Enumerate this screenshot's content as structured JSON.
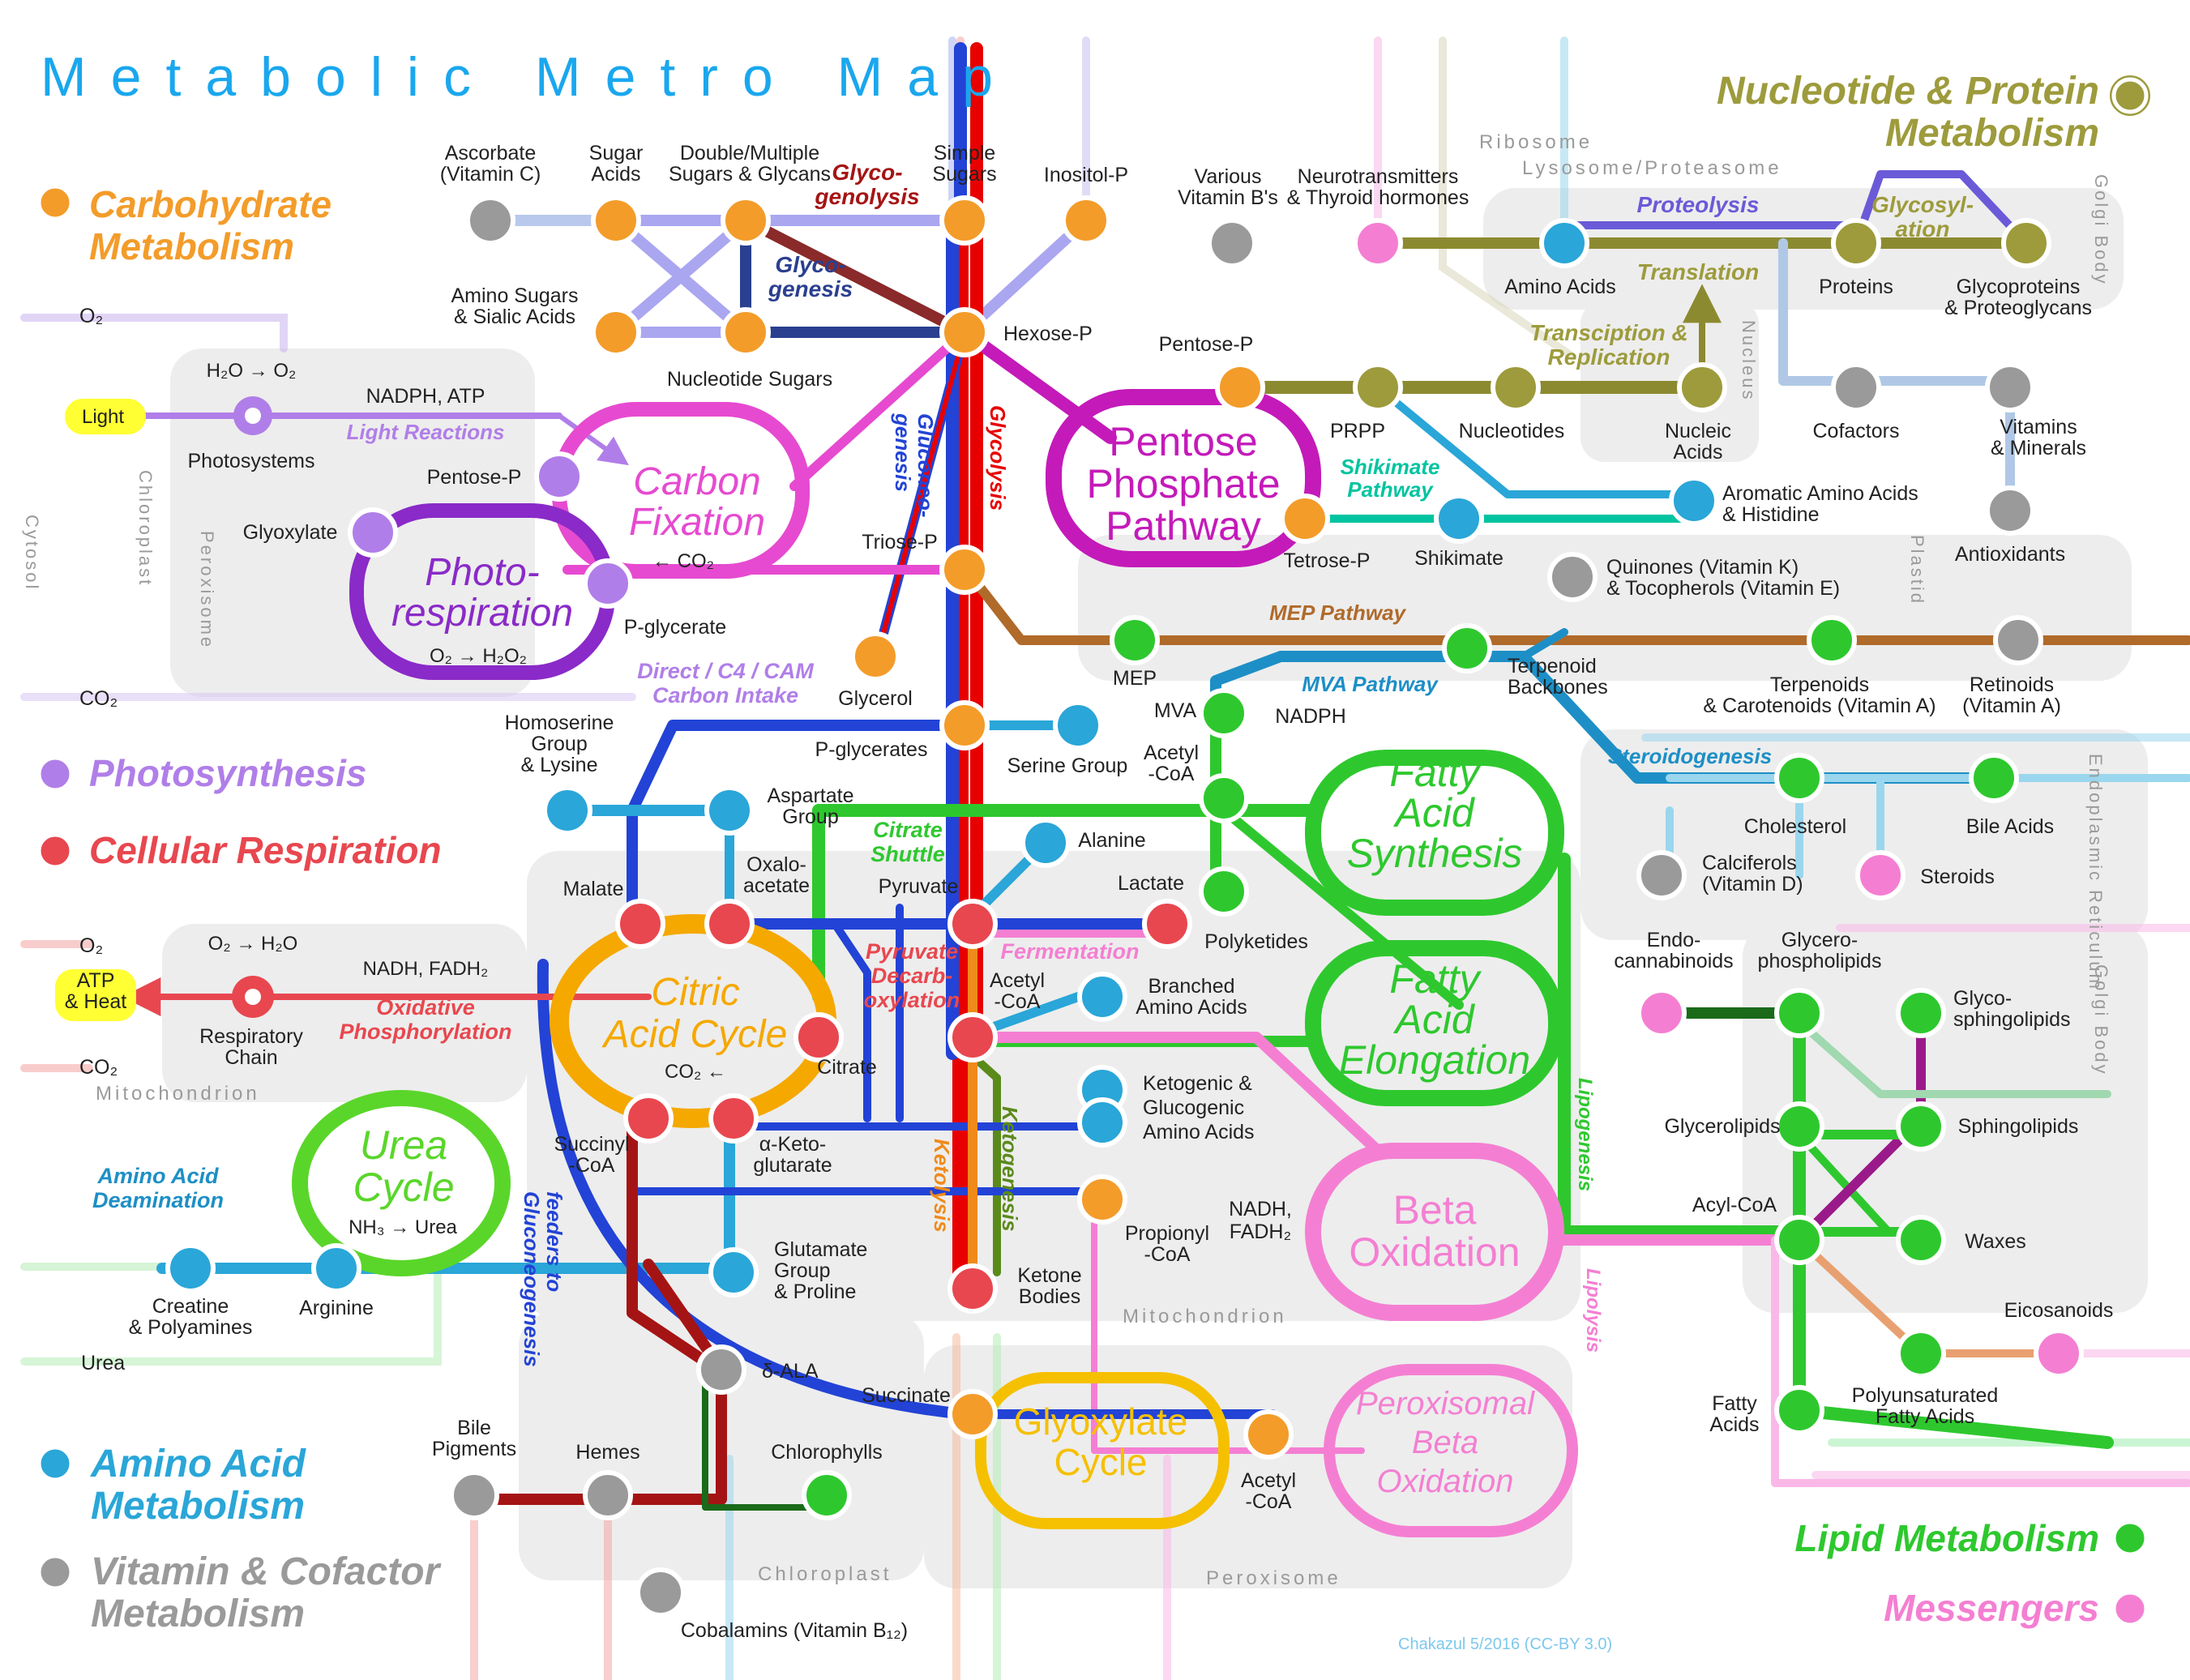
{
  "title": "Metabolic Metro Map",
  "credit": "Chakazul 5/2016 (CC-BY 3.0)",
  "colors": {
    "carbohydrate": "#f39c2a",
    "photosynthesis": "#b07ee8",
    "respiration": "#e8474f",
    "amino": "#2aa6d8",
    "vitamin": "#9a9a9a",
    "nucleotide": "#9d9b3c",
    "lipid": "#2ec82e",
    "messenger": "#f47fd2",
    "title": "#1aa7ee"
  },
  "legend": {
    "carbohydrate": [
      "Carbohydrate",
      "Metabolism"
    ],
    "photosynthesis": "Photosynthesis",
    "respiration": "Cellular Respiration",
    "amino": [
      "Amino Acid",
      "Metabolism"
    ],
    "vitamin": [
      "Vitamin & Cofactor",
      "Metabolism"
    ],
    "nucleotide": [
      "Nucleotide & Protein",
      "Metabolism"
    ],
    "lipid": "Lipid Metabolism",
    "messenger": "Messengers"
  },
  "compartments": {
    "ribosome": "Ribosome",
    "lysosome": "Lysosome/Proteasome",
    "golgi_top": "Golgi Body",
    "nucleus": "Nucleus",
    "plastid": "Plastid",
    "chloroplast_top": "Chloroplast",
    "peroxisome_left": "Peroxisome",
    "cytosol": "Cytosol",
    "mitochondrion_left": "Mitochondrion",
    "mitochondrion_mid": "Mitochondrion",
    "er": "Endoplasmic Reticulum",
    "golgi_right": "Golgi Body",
    "chloroplast_bottom": "Chloroplast",
    "peroxisome_bottom": "Peroxisome"
  },
  "cycles": {
    "carbon_fixation": [
      "Carbon",
      "Fixation"
    ],
    "photorespiration": [
      "Photo-",
      "respiration"
    ],
    "pentose_phosphate": [
      "Pentose",
      "Phosphate",
      "Pathway"
    ],
    "citric_acid": [
      "Citric",
      "Acid Cycle"
    ],
    "urea": [
      "Urea",
      "Cycle"
    ],
    "fatty_acid_synthesis": [
      "Fatty",
      "Acid",
      "Synthesis"
    ],
    "fatty_acid_elongation": [
      "Fatty",
      "Acid",
      "Elongation"
    ],
    "beta_oxidation": [
      "Beta",
      "Oxidation"
    ],
    "glyoxylate": [
      "Glyoxylate",
      "Cycle"
    ],
    "peroxisomal_beta": [
      "Peroxisomal",
      "Beta",
      "Oxidation"
    ]
  },
  "pathways": {
    "glycogenolysis": [
      "Glyco-",
      "genolysis"
    ],
    "glycogenesis": [
      "Glyco-",
      "genesis"
    ],
    "gluconeogenesis": [
      "Gluconeo-",
      "genesis"
    ],
    "glycolysis": "Glycolysis",
    "light_reactions": "Light Reactions",
    "direct_c4_cam": [
      "Direct / C4 / CAM",
      "Carbon Intake"
    ],
    "citrate_shuttle": [
      "Citrate",
      "Shuttle"
    ],
    "pyruvate_decarb": [
      "Pyruvate",
      "Decarb-",
      "oxylation"
    ],
    "fermentation": "Fermentation",
    "oxidative_phosphorylation": [
      "Oxidative",
      "Phosphorylation"
    ],
    "amino_acid_deamination": [
      "Amino Acid",
      "Deamination"
    ],
    "feeders": [
      "feeders to",
      "Gluconeogenesis"
    ],
    "ketolysis": "Ketolysis",
    "ketogenesis": "Ketogenesis",
    "lipogenesis": "Lipogenesis",
    "lipolysis": "Lipolysis",
    "mep_pathway": "MEP Pathway",
    "mva_pathway": "MVA Pathway",
    "steroidogenesis": "Steroidogenesis",
    "shikimate_pathway": [
      "Shikimate",
      "Pathway"
    ],
    "proteolysis": "Proteolysis",
    "glycosylation": [
      "Glycosyl-",
      "ation"
    ],
    "translation": "Translation",
    "transcription": [
      "Transciption &",
      "Replication"
    ]
  },
  "labels": {
    "ascorbate": [
      "Ascorbate",
      "(Vitamin C)"
    ],
    "sugar_acids": [
      "Sugar",
      "Acids"
    ],
    "double_sugars": [
      "Double/Multiple",
      "Sugars & Glycans"
    ],
    "simple_sugars": [
      "Simple",
      "Sugars"
    ],
    "inositol_p": "Inositol-P",
    "amino_sugars": [
      "Amino Sugars",
      "& Sialic Acids"
    ],
    "nucleotide_sugars": "Nucleotide Sugars",
    "hexose_p": "Hexose-P",
    "various_b": [
      "Various",
      "Vitamin B's"
    ],
    "neurotransmitters": [
      "Neurotransmitters",
      "& Thyroid hormones"
    ],
    "amino_acids": "Amino Acids",
    "proteins": "Proteins",
    "glycoproteins": [
      "Glycoproteins",
      "& Proteoglycans"
    ],
    "o2_top": "O₂",
    "h2o_o2": "H₂O → O₂",
    "light": "Light",
    "nadph_atp": "NADPH, ATP",
    "photosystems": "Photosystems",
    "pentose_p_cf": "Pentose-P",
    "glyoxylate": "Glyoxylate",
    "co2_cf": "← CO₂",
    "p_glycerate": "P-glycerate",
    "o2_h2o2": "O₂ → H₂O₂",
    "co2_left": "CO₂",
    "triose_p": "Triose-P",
    "glycerol": "Glycerol",
    "pentose_p_ppp": "Pentose-P",
    "prpp": "PRPP",
    "nucleotides": "Nucleotides",
    "nucleic_acids": [
      "Nucleic",
      "Acids"
    ],
    "cofactors": "Cofactors",
    "vitamins_minerals": [
      "Vitamins",
      "& Minerals"
    ],
    "aromatic": [
      "Aromatic Amino Acids",
      "& Histidine"
    ],
    "tetrose_p": "Tetrose-P",
    "shikimate": "Shikimate",
    "antioxidants": "Antioxidants",
    "quinones": [
      "Quinones (Vitamin K)",
      "& Tocopherols (Vitamin E)"
    ],
    "mep": "MEP",
    "terpenoid_backbones": [
      "Terpenoid",
      "Backbones"
    ],
    "terpenoids": [
      "Terpenoids",
      "& Carotenoids (Vitamin A)"
    ],
    "retinoids": [
      "Retinoids",
      "(Vitamin A)"
    ],
    "mva": "MVA",
    "nadph_mva": "NADPH",
    "homoserine": [
      "Homoserine",
      "Group",
      "& Lysine"
    ],
    "p_glycerates": "P-glycerates",
    "serine_group": "Serine Group",
    "acetyl_coa_fas": [
      "Acetyl",
      "-CoA"
    ],
    "aspartate": [
      "Aspartate",
      "Group"
    ],
    "oxaloacetate": [
      "Oxalo-",
      "acetate"
    ],
    "malate": "Malate",
    "pyruvate": "Pyruvate",
    "alanine": "Alanine",
    "lactate": "Lactate",
    "polyketides": "Polyketides",
    "cholesterol": "Cholesterol",
    "bile_acids": "Bile Acids",
    "calciferols": [
      "Calciferols",
      "(Vitamin D)"
    ],
    "steroids": "Steroids",
    "o2_left": "O₂",
    "o2_h2o": "O₂ → H₂O",
    "atp_heat": [
      "ATP",
      "& Heat"
    ],
    "nadh_fadh2": "NADH, FADH₂",
    "respiratory_chain": [
      "Respiratory",
      "Chain"
    ],
    "co2_mito": "CO₂",
    "acetyl_coa_tca": [
      "Acetyl",
      "-CoA"
    ],
    "branched": [
      "Branched",
      "Amino Acids"
    ],
    "citrate": "Citrate",
    "co2_tca": "CO₂ ←",
    "endocannabinoids": [
      "Endo-",
      "cannabinoids"
    ],
    "glycerophospholipids": [
      "Glycero-",
      "phospholipids"
    ],
    "glycosphingolipids": [
      "Glyco-",
      "sphingolipids"
    ],
    "ketogenic": [
      "Ketogenic &",
      "Glucogenic",
      "Amino Acids"
    ],
    "succinyl_coa": [
      "Succinyl",
      "-CoA"
    ],
    "akg": [
      "α-Keto-",
      "glutarate"
    ],
    "glycerolipids": "Glycerolipids",
    "sphingolipids": "Sphingolipids",
    "nadh_fadh2_beta": [
      "NADH,",
      "FADH₂"
    ],
    "propionyl": [
      "Propionyl",
      "-CoA"
    ],
    "acyl_coa": "Acyl-CoA",
    "waxes": "Waxes",
    "nh3_urea": "NH₃ → Urea",
    "creatine": [
      "Creatine",
      "& Polyamines"
    ],
    "arginine": "Arginine",
    "glutamate": [
      "Glutamate",
      "Group",
      "& Proline"
    ],
    "ketone_bodies": [
      "Ketone",
      "Bodies"
    ],
    "urea_out": "Urea",
    "eicosanoids": "Eicosanoids",
    "dala": "δ-ALA",
    "succinate": "Succinate",
    "bile_pigments": [
      "Bile",
      "Pigments"
    ],
    "hemes": "Hemes",
    "chlorophylls": "Chlorophylls",
    "acetyl_coa_glyox": [
      "Acetyl",
      "-CoA"
    ],
    "fatty_acids": [
      "Fatty",
      "Acids"
    ],
    "pufa": [
      "Polyunsaturated",
      "Fatty Acids"
    ],
    "cobalamins": "Cobalamins (Vitamin B₁₂)"
  }
}
